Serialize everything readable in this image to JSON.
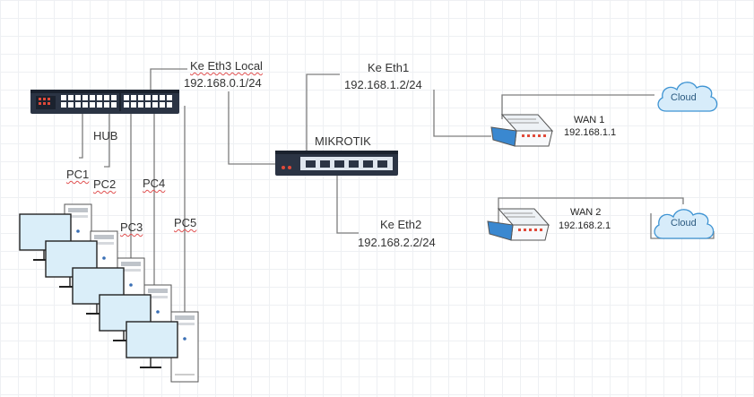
{
  "hub": {
    "label": "HUB"
  },
  "mikrotik": {
    "label": "MIKROTIK"
  },
  "links": {
    "eth3": {
      "name": "Ke Eth3 Local",
      "ip": "192.168.0.1/24"
    },
    "eth1": {
      "name": "Ke Eth1",
      "ip": "192.168.1.2/24"
    },
    "eth2": {
      "name": "Ke Eth2",
      "ip": "192.168.2.2/24"
    }
  },
  "wan": [
    {
      "name": "WAN 1",
      "ip": "192.168.1.1",
      "cloud": "Cloud"
    },
    {
      "name": "WAN 2",
      "ip": "192.168.2.1",
      "cloud": "Cloud"
    }
  ],
  "pcs": [
    "PC1",
    "PC2",
    "PC3",
    "PC4",
    "PC5"
  ],
  "icons": [
    "hub-icon",
    "mikrotik-router-icon",
    "modem-icon",
    "cloud-icon",
    "pc-icon"
  ],
  "colors": {
    "line": "#7d7d7d",
    "cloud_fill": "#d7ecfa",
    "cloud_stroke": "#3f94d3",
    "device_dark": "#2b3444",
    "led": "#e04a3a"
  }
}
